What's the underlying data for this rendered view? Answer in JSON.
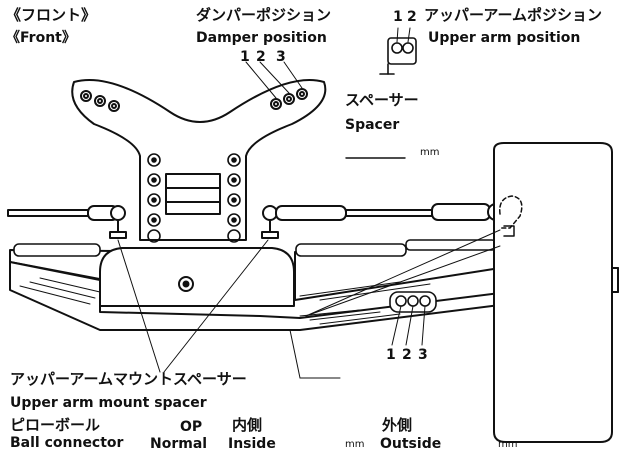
{
  "header": {
    "front_jp": "《フロント》",
    "front_en": "《Front》"
  },
  "damper_position": {
    "label_jp": "ダンパーポジション",
    "label_en": "Damper position",
    "numbers": [
      "1",
      "2",
      "3"
    ]
  },
  "upper_arm_position": {
    "numbers": [
      "1",
      "2"
    ],
    "label_jp": "アッパーアームポジション",
    "label_en": "Upper arm position"
  },
  "spacer": {
    "label_jp": "スペーサー",
    "label_en": "Spacer",
    "unit": "mm"
  },
  "lower_positions": {
    "numbers": [
      "1",
      "2",
      "3"
    ]
  },
  "upper_arm_mount_spacer": {
    "label_jp": "アッパーアームマウントスペーサー",
    "label_en": "Upper arm mount spacer"
  },
  "table": {
    "ball_connector_jp": "ピローボール",
    "ball_connector_en": "Ball connector",
    "op": "OP",
    "normal": "Normal",
    "inside_jp": "内側",
    "inside_en": "Inside",
    "inside_unit": "mm",
    "outside_jp": "外側",
    "outside_en": "Outside",
    "outside_unit": "mm"
  }
}
